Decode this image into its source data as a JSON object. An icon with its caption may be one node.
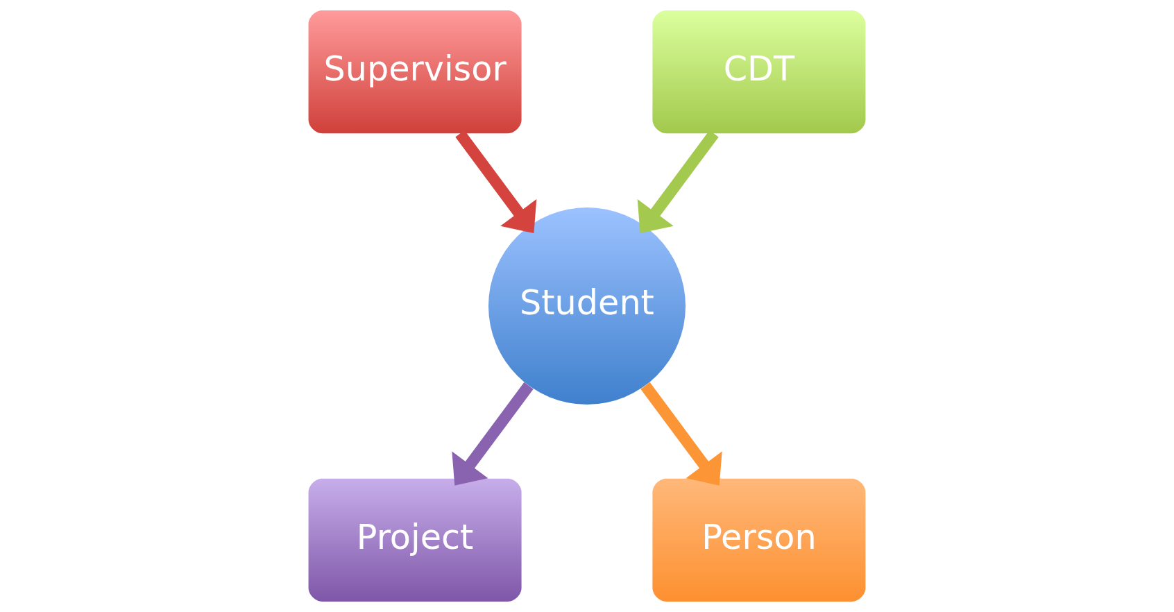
{
  "diagram": {
    "nodes": [
      {
        "text": [
          "Supervisor"
        ]
      },
      {
        "text": [
          "CDT"
        ]
      },
      {
        "text": [
          "Student"
        ]
      },
      {
        "text": [
          "Project"
        ]
      },
      {
        "text": [
          "Person"
        ]
      }
    ],
    "edges": [
      {
        "from": 0,
        "to": 2,
        "arrow": "to",
        "color": "#d4433d"
      },
      {
        "from": 1,
        "to": 2,
        "arrow": "to",
        "color": "#a3c94f"
      },
      {
        "from": 2,
        "to": 3,
        "arrow": "to",
        "color": "#8a63b0"
      },
      {
        "from": 2,
        "to": 4,
        "arrow": "to",
        "color": "#fc9535"
      }
    ]
  }
}
